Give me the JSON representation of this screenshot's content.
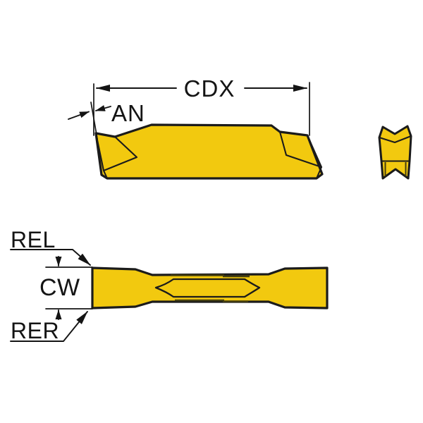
{
  "diagram": {
    "type": "cutting-insert-dimension-drawing",
    "background": "#ffffff",
    "colors": {
      "insert_fill": "#F2C90F",
      "outline": "#1b1b1b",
      "detail_line": "#453e0e",
      "dimension": "#141414"
    },
    "labels": {
      "cdx": "CDX",
      "an": "AN",
      "rel": "REL",
      "cw": "CW",
      "rer": "RER"
    }
  }
}
